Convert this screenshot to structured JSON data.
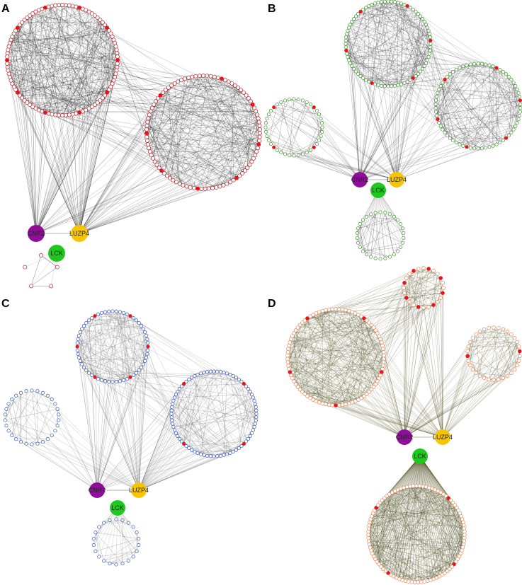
{
  "figure": {
    "panels": [
      {
        "letter": "A",
        "node_stroke": "#b5212b",
        "edge_color": "#222222",
        "hubs": {
          "ncr": "CNR2",
          "luzp": "LUZP4",
          "lck": "LCK"
        },
        "clusters": [
          {
            "role": "large-cluster",
            "nodes": 100,
            "red_nodes": 10
          },
          {
            "role": "large-cluster",
            "nodes": 95,
            "red_nodes": 8
          },
          {
            "role": "small-cluster",
            "nodes": 5,
            "red_nodes": 0
          }
        ]
      },
      {
        "letter": "B",
        "node_stroke": "#3f8f2e",
        "edge_color": "#2a2a2a",
        "hubs": {
          "ncr": "CNR2",
          "luzp": "LUZP4",
          "lck": "LCK"
        },
        "clusters": [
          {
            "role": "large-cluster",
            "nodes": 80,
            "red_nodes": 6
          },
          {
            "role": "large-cluster",
            "nodes": 70,
            "red_nodes": 6
          },
          {
            "role": "medium-cluster",
            "nodes": 40,
            "red_nodes": 4
          },
          {
            "role": "medium-cluster",
            "nodes": 30,
            "red_nodes": 0
          }
        ]
      },
      {
        "letter": "C",
        "node_stroke": "#3452b4",
        "edge_color": "#555555",
        "hubs": {
          "ncr": "CNR2",
          "luzp": "LUZP4",
          "lck": "LCK"
        },
        "clusters": [
          {
            "role": "large-cluster",
            "nodes": 60,
            "red_nodes": 6
          },
          {
            "role": "large-cluster",
            "nodes": 80,
            "red_nodes": 4
          },
          {
            "role": "medium-cluster",
            "nodes": 30,
            "red_nodes": 0
          },
          {
            "role": "medium-cluster",
            "nodes": 22,
            "red_nodes": 0
          }
        ]
      },
      {
        "letter": "D",
        "node_stroke": "#e0885a",
        "edge_color": "#4a4a1e",
        "hubs": {
          "ncr": "CNR2",
          "luzp": "LUZP4",
          "lck": "LCK"
        },
        "clusters": [
          {
            "role": "large-cluster",
            "nodes": 90,
            "red_nodes": 5
          },
          {
            "role": "medium-cluster",
            "nodes": 24,
            "red_nodes": 8
          },
          {
            "role": "medium-cluster",
            "nodes": 34,
            "red_nodes": 2
          },
          {
            "role": "large-cluster",
            "nodes": 95,
            "red_nodes": 4
          }
        ]
      }
    ],
    "colors": {
      "ncr_hub": "#920c9c",
      "luzp_hub": "#f8c400",
      "lck_hub": "#1ec81e",
      "highlight_node": "#e8141c",
      "hub_link": "#9a9a9a"
    }
  }
}
